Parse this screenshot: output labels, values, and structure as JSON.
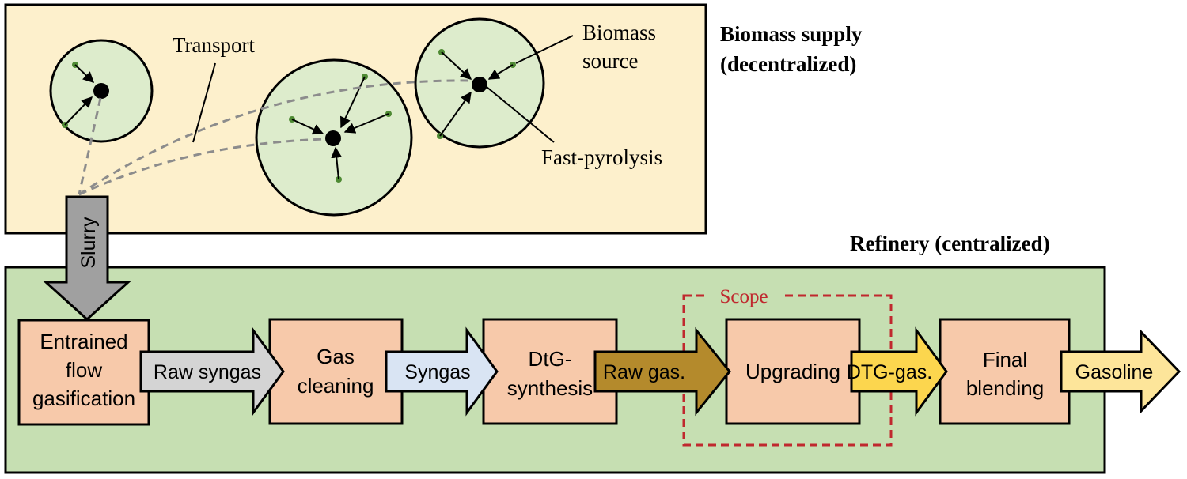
{
  "colors": {
    "supply_bg": "#fdf0cc",
    "refinery_bg": "#c6dfb2",
    "process_box": "#f7c9aa",
    "circle_fill": "#ddeccc",
    "node_green": "#4e8a33",
    "transport_dash": "#8c8c8c",
    "slurry_arrow": "#a0a0a0",
    "raw_syngas_arrow": "#d4d4d4",
    "syngas_arrow": "#d9e4f3",
    "raw_gas_arrow": "#b48a2c",
    "dtg_gas_arrow": "#fcd64e",
    "gasoline_arrow": "#fde59a",
    "scope_color": "#c0282e"
  },
  "supply": {
    "title_line1": "Biomass supply",
    "title_line2": "(decentralized)",
    "transport_label": "Transport",
    "biomass_source_line1": "Biomass",
    "biomass_source_line2": "source",
    "fast_pyrolysis_label": "Fast-pyrolysis"
  },
  "refinery": {
    "title": "Refinery (centralized)",
    "scope_label": "Scope",
    "slurry_label": "Slurry",
    "boxes": [
      {
        "lines": [
          "Entrained",
          "flow",
          "gasification"
        ]
      },
      {
        "lines": [
          "Gas",
          "cleaning"
        ]
      },
      {
        "lines": [
          "DtG-",
          "synthesis"
        ]
      },
      {
        "lines": [
          "Upgrading"
        ]
      },
      {
        "lines": [
          "Final",
          "blending"
        ]
      }
    ],
    "arrows": [
      {
        "label": "Raw syngas"
      },
      {
        "label": "Syngas"
      },
      {
        "label": "Raw gas."
      },
      {
        "label": "DTG-gas."
      },
      {
        "label": "Gasoline"
      }
    ]
  }
}
